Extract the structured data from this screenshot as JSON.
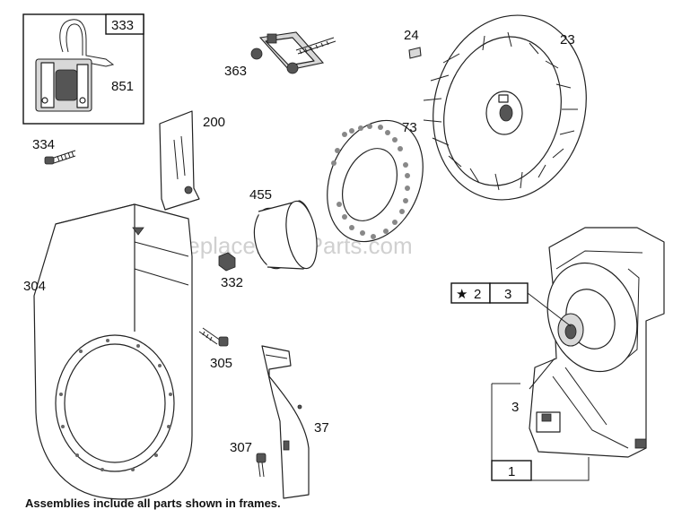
{
  "watermark": "eReplacementParts.com",
  "footer_note": "Assemblies include all parts shown in frames.",
  "parts": {
    "p333": "333",
    "p851": "851",
    "p334": "334",
    "p363": "363",
    "p200": "200",
    "p24": "24",
    "p23": "23",
    "p73": "73",
    "p455": "455",
    "p332": "332",
    "p304": "304",
    "p305": "305",
    "p307": "307",
    "p37": "37",
    "p2": "2",
    "p3a": "3",
    "p3b": "3",
    "p1": "1"
  },
  "star_glyph": "★"
}
